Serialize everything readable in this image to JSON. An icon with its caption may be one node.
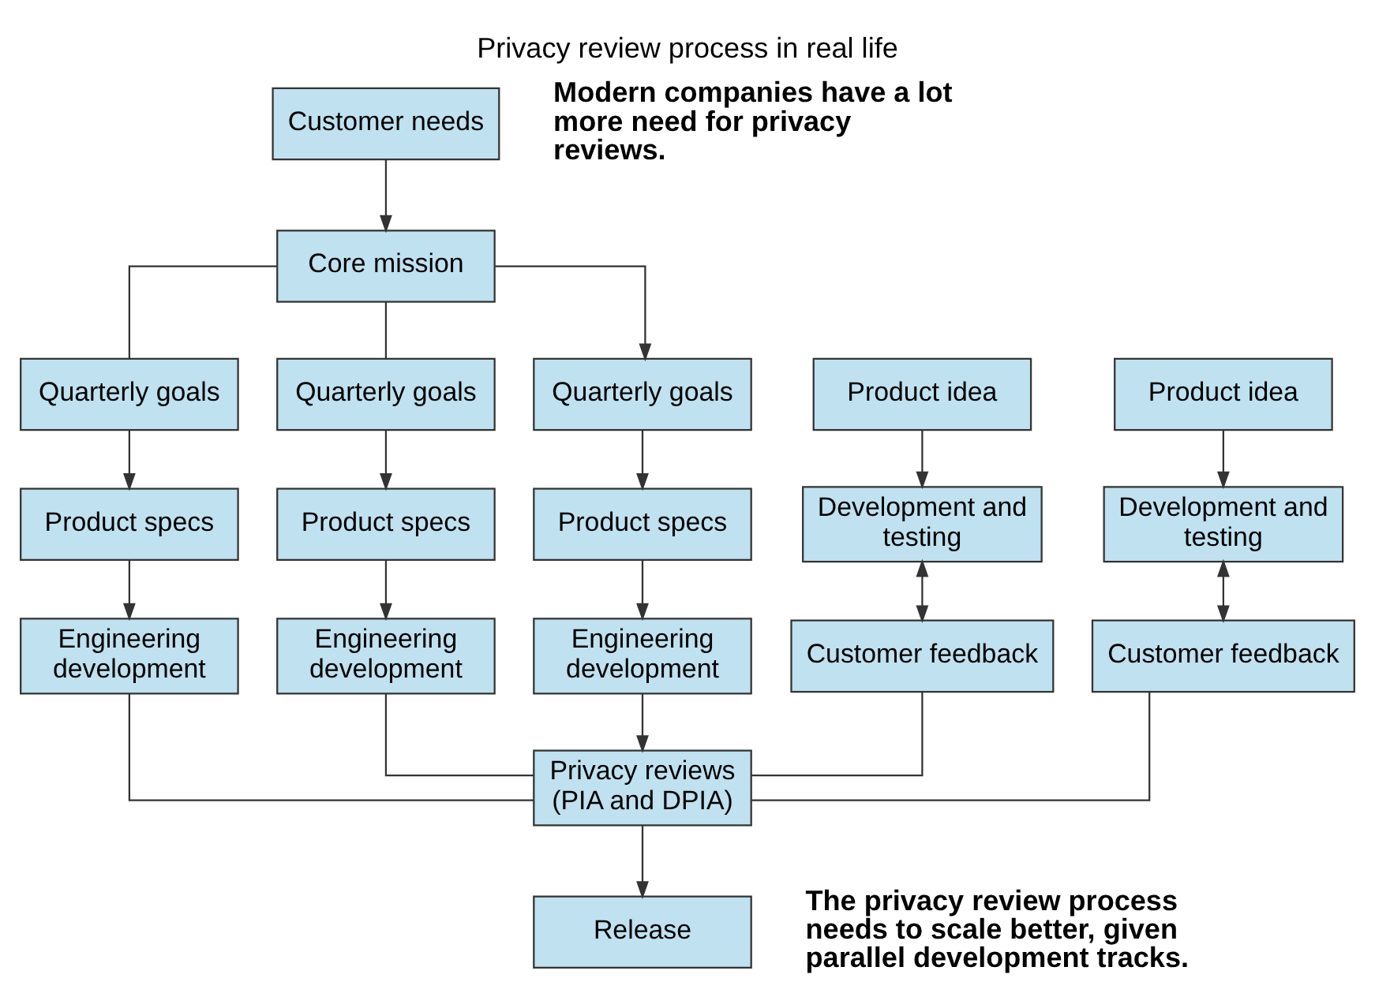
{
  "diagram": {
    "title": "Privacy review process in real life",
    "nodes": [
      {
        "text": [
          "Customer needs"
        ]
      },
      {
        "text": [
          "Core mission"
        ]
      },
      {
        "text": [
          "Quarterly goals"
        ]
      },
      {
        "text": [
          "Quarterly goals"
        ]
      },
      {
        "text": [
          "Quarterly goals"
        ]
      },
      {
        "text": [
          "Product idea"
        ]
      },
      {
        "text": [
          "Product idea"
        ]
      },
      {
        "text": [
          "Product specs"
        ]
      },
      {
        "text": [
          "Product specs"
        ]
      },
      {
        "text": [
          "Product specs"
        ]
      },
      {
        "text": [
          "Development and testing"
        ]
      },
      {
        "text": [
          "Development and testing"
        ]
      },
      {
        "text": [
          "Engineering development"
        ]
      },
      {
        "text": [
          "Engineering development"
        ]
      },
      {
        "text": [
          "Engineering development"
        ]
      },
      {
        "text": [
          "Customer feedback"
        ]
      },
      {
        "text": [
          "Customer feedback"
        ]
      },
      {
        "text": [
          "Privacy reviews (PIA and DPIA)"
        ]
      },
      {
        "text": [
          "Release"
        ]
      }
    ],
    "edges": [
      {
        "from": 0,
        "to": 1,
        "arrow": "to"
      },
      {
        "from": 1,
        "to": 2,
        "arrow": "none"
      },
      {
        "from": 1,
        "to": 3,
        "arrow": "none"
      },
      {
        "from": 1,
        "to": 4,
        "arrow": "to"
      },
      {
        "from": 2,
        "to": 7,
        "arrow": "to"
      },
      {
        "from": 3,
        "to": 8,
        "arrow": "to"
      },
      {
        "from": 4,
        "to": 9,
        "arrow": "to"
      },
      {
        "from": 5,
        "to": 10,
        "arrow": "to"
      },
      {
        "from": 6,
        "to": 11,
        "arrow": "to"
      },
      {
        "from": 7,
        "to": 12,
        "arrow": "to"
      },
      {
        "from": 8,
        "to": 13,
        "arrow": "to"
      },
      {
        "from": 9,
        "to": 14,
        "arrow": "to"
      },
      {
        "from": 10,
        "to": 15,
        "arrow": "both"
      },
      {
        "from": 11,
        "to": 16,
        "arrow": "both"
      },
      {
        "from": 12,
        "to": 17,
        "arrow": "none"
      },
      {
        "from": 13,
        "to": 17,
        "arrow": "none"
      },
      {
        "from": 14,
        "to": 17,
        "arrow": "to"
      },
      {
        "from": 15,
        "to": 17,
        "arrow": "none"
      },
      {
        "from": 16,
        "to": 17,
        "arrow": "none"
      },
      {
        "from": 17,
        "to": 18,
        "arrow": "to"
      }
    ],
    "labels": [
      "Modern companies have a lot more need for privacy reviews.",
      "The privacy review process needs to scale better, given parallel development tracks."
    ]
  }
}
